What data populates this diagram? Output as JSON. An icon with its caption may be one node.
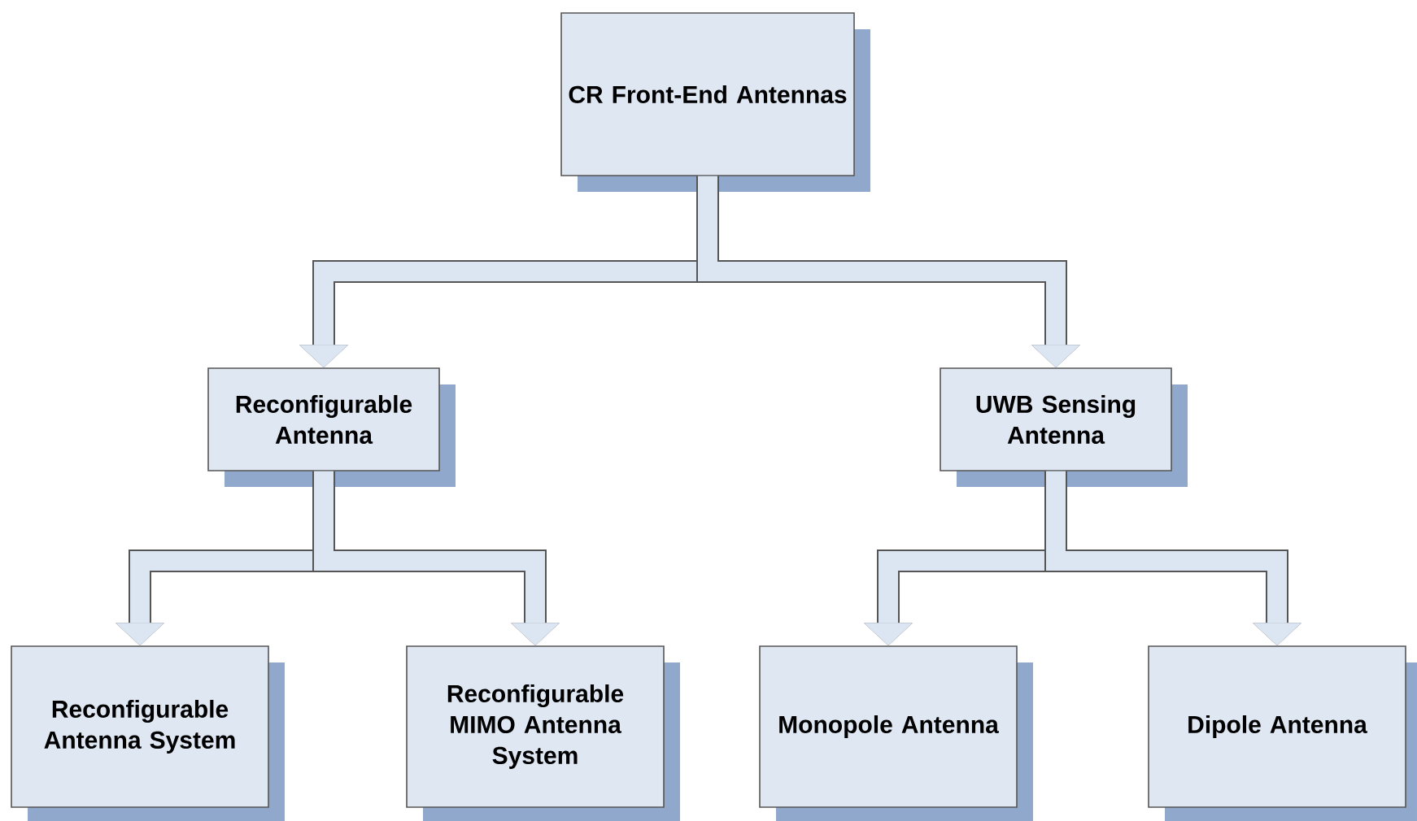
{
  "diagram": {
    "nodes": [
      {
        "text": [
          "CR Front-End Antennas"
        ]
      },
      {
        "text": [
          "Reconfigurable Antenna"
        ]
      },
      {
        "text": [
          "UWB Sensing Antenna"
        ]
      },
      {
        "text": [
          "Reconfigurable Antenna System"
        ]
      },
      {
        "text": [
          "Reconfigurable MIMO Antenna System"
        ]
      },
      {
        "text": [
          "Monopole Antenna"
        ]
      },
      {
        "text": [
          "Dipole Antenna"
        ]
      }
    ],
    "edges": [
      {
        "from": 0,
        "to": 1,
        "arrow": "to"
      },
      {
        "from": 0,
        "to": 2,
        "arrow": "to"
      },
      {
        "from": 1,
        "to": 3,
        "arrow": "to"
      },
      {
        "from": 1,
        "to": 4,
        "arrow": "to"
      },
      {
        "from": 2,
        "to": 5,
        "arrow": "to"
      },
      {
        "from": 2,
        "to": 6,
        "arrow": "to"
      }
    ]
  }
}
